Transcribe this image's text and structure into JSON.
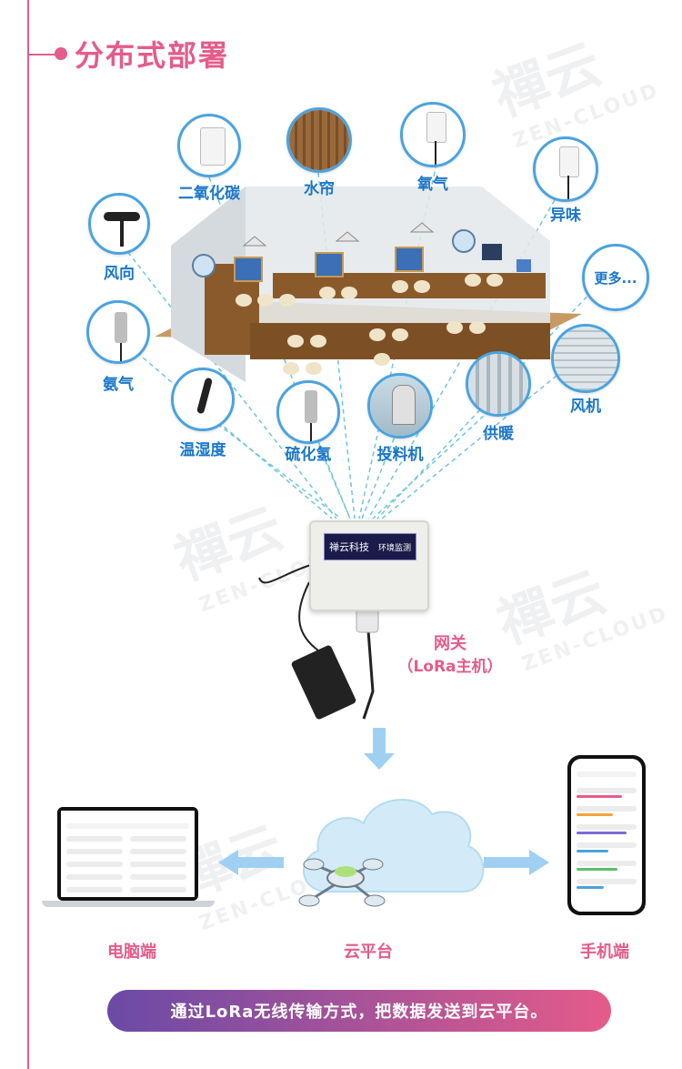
{
  "title": "分布式部署",
  "watermark": {
    "logo": "禪云",
    "sub": "ZEN-CLOUD"
  },
  "devices": [
    {
      "id": "co2",
      "label": "二氧化碳"
    },
    {
      "id": "water_curtain",
      "label": "水帘"
    },
    {
      "id": "oxygen",
      "label": "氧气"
    },
    {
      "id": "odor",
      "label": "异味"
    },
    {
      "id": "wind_dir",
      "label": "风向"
    },
    {
      "id": "more",
      "label": "更多..."
    },
    {
      "id": "ammonia",
      "label": "氨气"
    },
    {
      "id": "temp_humidity",
      "label": "温湿度"
    },
    {
      "id": "h2s",
      "label": "硫化氢"
    },
    {
      "id": "feeder",
      "label": "投料机"
    },
    {
      "id": "heating",
      "label": "供暖"
    },
    {
      "id": "fan",
      "label": "风机"
    }
  ],
  "gateway": {
    "label_line1": "网关",
    "label_line2": "（LoRa主机）",
    "device_text_left": "禅云科技",
    "device_text_right": "环境监测"
  },
  "endpoints": {
    "pc": "电脑端",
    "cloud": "云平台",
    "mobile": "手机端"
  },
  "banner": "通过LoRa无线传输方式，把数据发送到云平台。",
  "colors": {
    "accent": "#e55b8a",
    "label_blue": "#1a76c9",
    "ring_blue": "#4aa3df",
    "arrow_blue": "#9fd0f2"
  }
}
